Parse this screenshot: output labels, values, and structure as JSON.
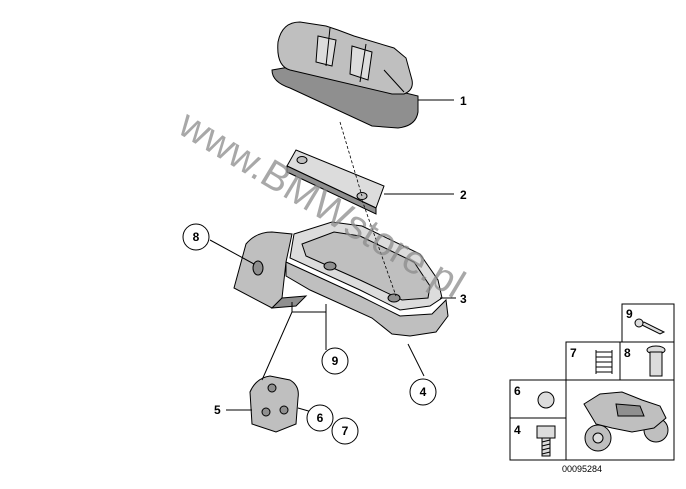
{
  "callouts": {
    "l1": "1",
    "l2": "2",
    "l3": "3",
    "l4": "4",
    "l5": "5",
    "l6": "6",
    "l7": "7",
    "l8": "8",
    "l9": "9"
  },
  "legend": {
    "b9": "9",
    "b7": "7",
    "b8": "8",
    "b6": "6",
    "b4": "4"
  },
  "watermark": "www.BMWstore.pl",
  "diagram_code": "00095284"
}
